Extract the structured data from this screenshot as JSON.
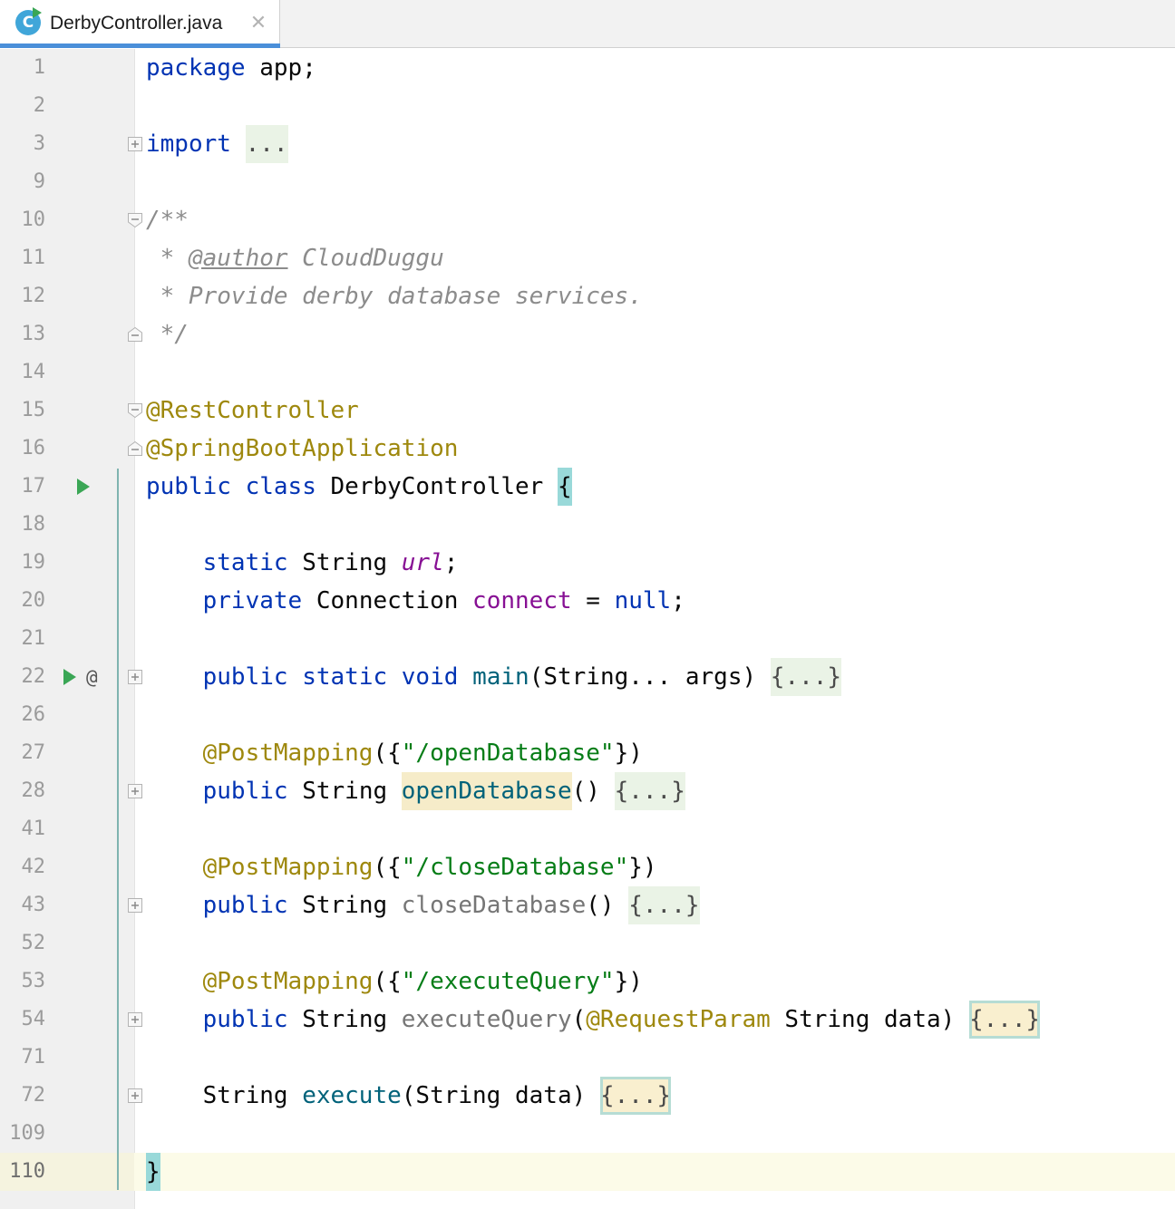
{
  "tab": {
    "icon_letter": "C",
    "title": "DerbyController.java",
    "close_glyph": "✕"
  },
  "editor": {
    "lines": [
      {
        "num": "1",
        "tokens": [
          {
            "t": "package",
            "c": "kw"
          },
          {
            "t": " app;"
          }
        ]
      },
      {
        "num": "2",
        "tokens": []
      },
      {
        "num": "3",
        "fold": "plus",
        "tokens": [
          {
            "t": "import",
            "c": "kw"
          },
          {
            "t": " "
          },
          {
            "t": "...",
            "c": "folded"
          }
        ]
      },
      {
        "num": "9",
        "tokens": []
      },
      {
        "num": "10",
        "fold": "open",
        "tokens": [
          {
            "t": "/**",
            "c": "cmt"
          }
        ]
      },
      {
        "num": "11",
        "tokens": [
          {
            "t": " * ",
            "c": "cmt"
          },
          {
            "t": "@author",
            "c": "cmt tag"
          },
          {
            "t": " CloudDuggu",
            "c": "cmt"
          }
        ]
      },
      {
        "num": "12",
        "tokens": [
          {
            "t": " * Provide derby database services.",
            "c": "cmt"
          }
        ]
      },
      {
        "num": "13",
        "fold": "close",
        "tokens": [
          {
            "t": " */",
            "c": "cmt"
          }
        ]
      },
      {
        "num": "14",
        "tokens": []
      },
      {
        "num": "15",
        "fold": "open",
        "tokens": [
          {
            "t": "@RestController",
            "c": "ann"
          }
        ]
      },
      {
        "num": "16",
        "fold": "close",
        "tokens": [
          {
            "t": "@SpringBootApplication",
            "c": "ann"
          }
        ]
      },
      {
        "num": "17",
        "run": true,
        "tokens": [
          {
            "t": "public",
            "c": "kw"
          },
          {
            "t": " "
          },
          {
            "t": "class",
            "c": "kw"
          },
          {
            "t": " DerbyController "
          },
          {
            "t": "{",
            "c": "brace-hl"
          }
        ]
      },
      {
        "num": "18",
        "tokens": []
      },
      {
        "num": "19",
        "tokens": [
          {
            "t": "    "
          },
          {
            "t": "static",
            "c": "kw"
          },
          {
            "t": " String "
          },
          {
            "t": "url",
            "c": "fld ital"
          },
          {
            "t": ";"
          }
        ]
      },
      {
        "num": "20",
        "tokens": [
          {
            "t": "    "
          },
          {
            "t": "private",
            "c": "kw"
          },
          {
            "t": " Connection "
          },
          {
            "t": "connect",
            "c": "fld"
          },
          {
            "t": " = "
          },
          {
            "t": "null",
            "c": "kw"
          },
          {
            "t": ";"
          }
        ]
      },
      {
        "num": "21",
        "tokens": []
      },
      {
        "num": "22",
        "run": true,
        "at": "@",
        "fold": "plus",
        "tokens": [
          {
            "t": "    "
          },
          {
            "t": "public",
            "c": "kw"
          },
          {
            "t": " "
          },
          {
            "t": "static",
            "c": "kw"
          },
          {
            "t": " "
          },
          {
            "t": "void",
            "c": "kw"
          },
          {
            "t": " "
          },
          {
            "t": "main",
            "c": "fn"
          },
          {
            "t": "(String... args) "
          },
          {
            "t": "{...}",
            "c": "folded"
          }
        ]
      },
      {
        "num": "26",
        "tokens": []
      },
      {
        "num": "27",
        "tokens": [
          {
            "t": "    "
          },
          {
            "t": "@PostMapping",
            "c": "ann"
          },
          {
            "t": "({"
          },
          {
            "t": "\"/openDatabase\"",
            "c": "str"
          },
          {
            "t": "})"
          }
        ]
      },
      {
        "num": "28",
        "fold": "plus",
        "tokens": [
          {
            "t": "    "
          },
          {
            "t": "public",
            "c": "kw"
          },
          {
            "t": " String "
          },
          {
            "t": "openDatabase",
            "c": "fn usage-hl"
          },
          {
            "t": "() "
          },
          {
            "t": "{...}",
            "c": "folded"
          }
        ]
      },
      {
        "num": "41",
        "tokens": []
      },
      {
        "num": "42",
        "tokens": [
          {
            "t": "    "
          },
          {
            "t": "@PostMapping",
            "c": "ann"
          },
          {
            "t": "({"
          },
          {
            "t": "\"/closeDatabase\"",
            "c": "str"
          },
          {
            "t": "})"
          }
        ]
      },
      {
        "num": "43",
        "fold": "plus",
        "tokens": [
          {
            "t": "    "
          },
          {
            "t": "public",
            "c": "kw"
          },
          {
            "t": " String "
          },
          {
            "t": "closeDatabase",
            "c": "gray"
          },
          {
            "t": "() "
          },
          {
            "t": "{...}",
            "c": "folded"
          }
        ]
      },
      {
        "num": "52",
        "tokens": []
      },
      {
        "num": "53",
        "tokens": [
          {
            "t": "    "
          },
          {
            "t": "@PostMapping",
            "c": "ann"
          },
          {
            "t": "({"
          },
          {
            "t": "\"/executeQuery\"",
            "c": "str"
          },
          {
            "t": "})"
          }
        ]
      },
      {
        "num": "54",
        "fold": "plus",
        "tokens": [
          {
            "t": "    "
          },
          {
            "t": "public",
            "c": "kw"
          },
          {
            "t": " String "
          },
          {
            "t": "executeQuery",
            "c": "gray"
          },
          {
            "t": "("
          },
          {
            "t": "@RequestParam",
            "c": "ann"
          },
          {
            "t": " String data) "
          },
          {
            "t": "{...}",
            "c": "folded-sel"
          }
        ]
      },
      {
        "num": "71",
        "tokens": []
      },
      {
        "num": "72",
        "fold": "plus",
        "tokens": [
          {
            "t": "    String "
          },
          {
            "t": "execute",
            "c": "fn"
          },
          {
            "t": "(String data) "
          },
          {
            "t": "{...}",
            "c": "folded-sel"
          }
        ]
      },
      {
        "num": "109",
        "tokens": []
      },
      {
        "num": "110",
        "current": true,
        "tokens": [
          {
            "t": "}",
            "c": "brace-hl"
          }
        ]
      }
    ]
  }
}
